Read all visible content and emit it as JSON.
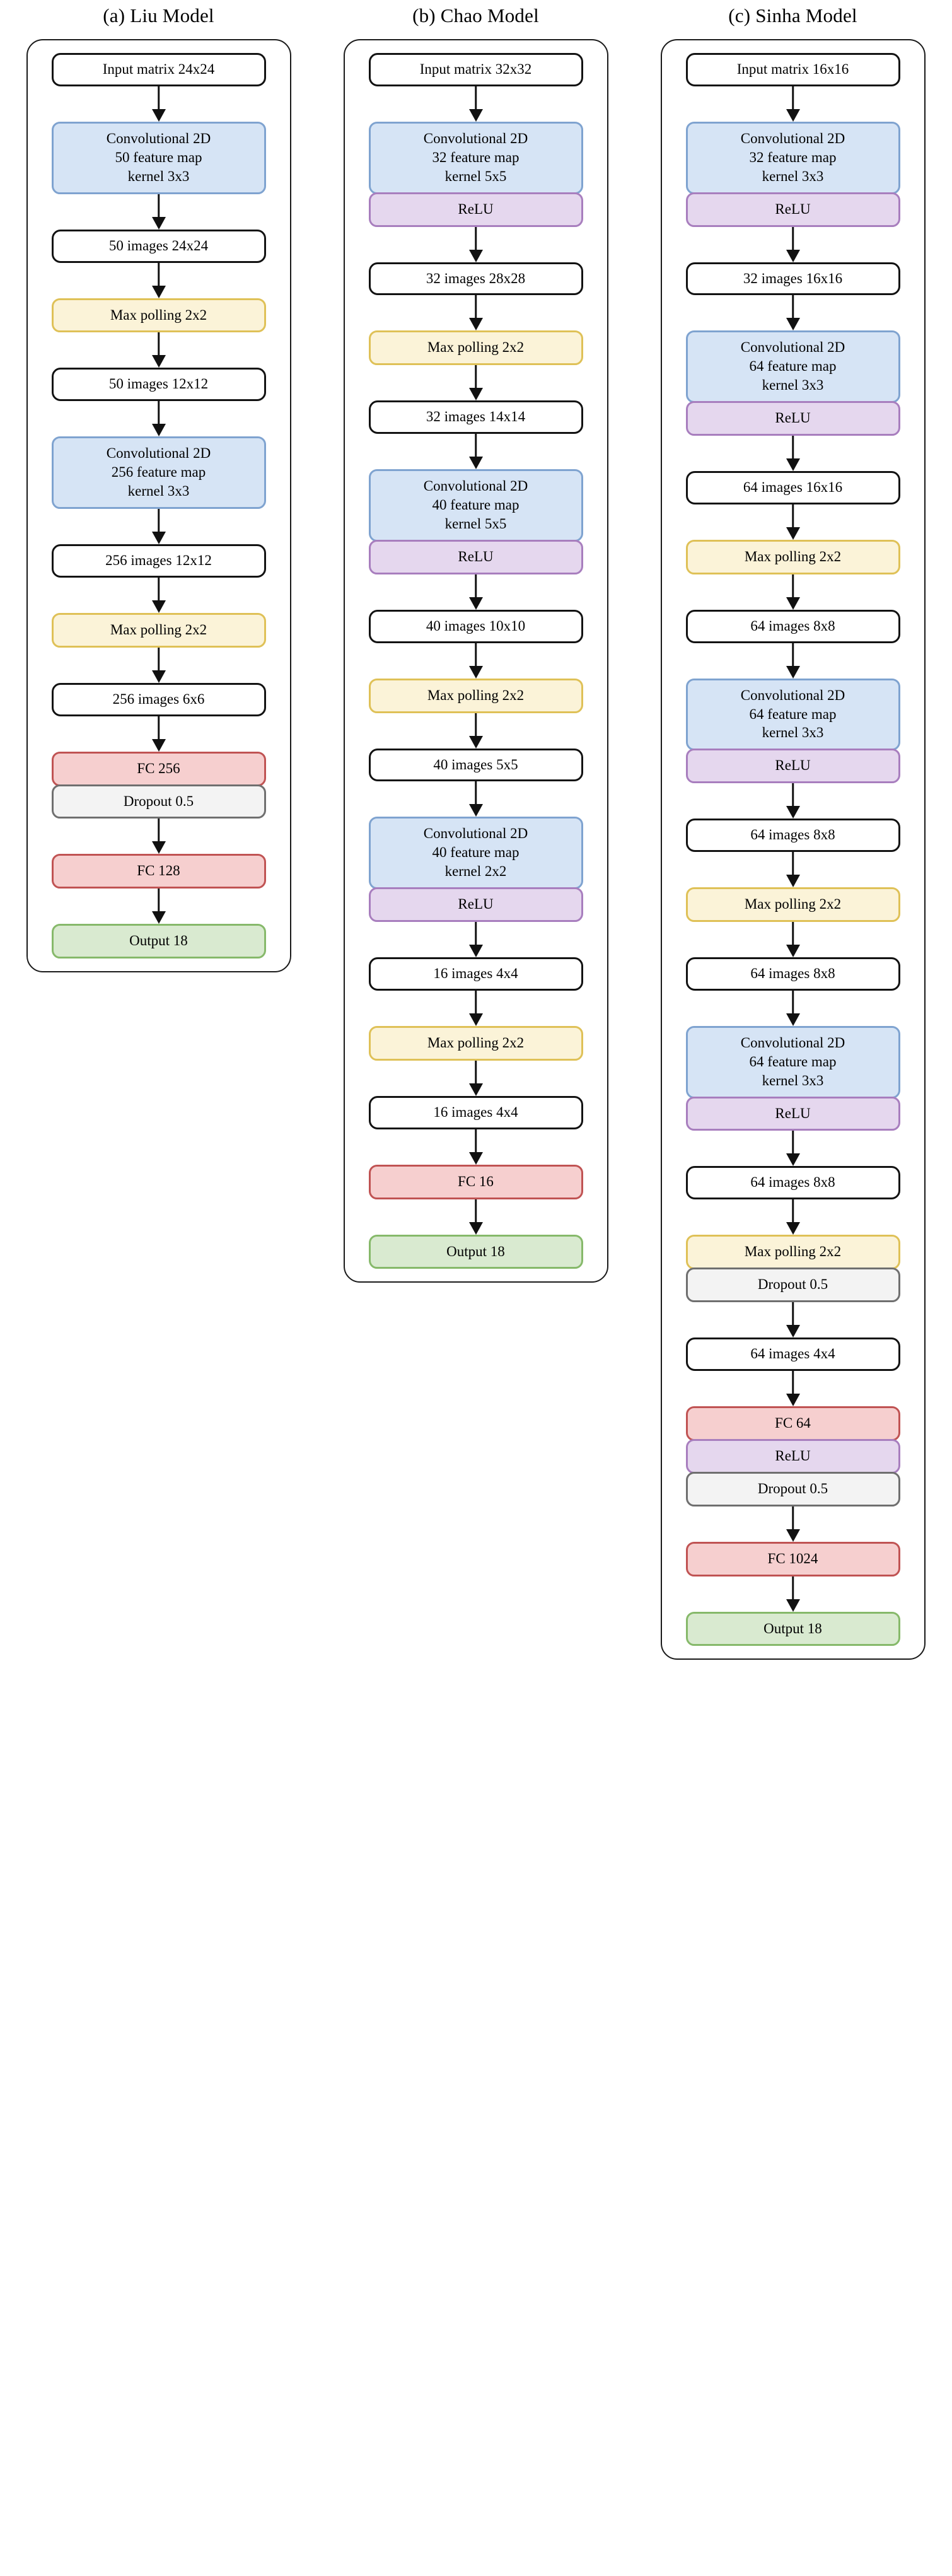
{
  "figure": {
    "columns": [
      {
        "id": "liu",
        "title": "(a) Liu Model",
        "blocks": [
          {
            "kind": "group",
            "nodes": [
              {
                "type": "data",
                "lines": [
                  "Input matrix 24x24"
                ]
              }
            ]
          },
          {
            "kind": "arrow"
          },
          {
            "kind": "group",
            "nodes": [
              {
                "type": "conv",
                "lines": [
                  "Convolutional 2D",
                  "50 feature map",
                  "kernel 3x3"
                ]
              }
            ]
          },
          {
            "kind": "arrow"
          },
          {
            "kind": "group",
            "nodes": [
              {
                "type": "data",
                "lines": [
                  "50 images 24x24"
                ]
              }
            ]
          },
          {
            "kind": "arrow"
          },
          {
            "kind": "group",
            "nodes": [
              {
                "type": "pool",
                "lines": [
                  "Max polling 2x2"
                ]
              }
            ]
          },
          {
            "kind": "arrow"
          },
          {
            "kind": "group",
            "nodes": [
              {
                "type": "data",
                "lines": [
                  "50 images 12x12"
                ]
              }
            ]
          },
          {
            "kind": "arrow"
          },
          {
            "kind": "group",
            "nodes": [
              {
                "type": "conv",
                "lines": [
                  "Convolutional 2D",
                  "256 feature map",
                  "kernel 3x3"
                ]
              }
            ]
          },
          {
            "kind": "arrow"
          },
          {
            "kind": "group",
            "nodes": [
              {
                "type": "data",
                "lines": [
                  "256 images 12x12"
                ]
              }
            ]
          },
          {
            "kind": "arrow"
          },
          {
            "kind": "group",
            "nodes": [
              {
                "type": "pool",
                "lines": [
                  "Max polling 2x2"
                ]
              }
            ]
          },
          {
            "kind": "arrow"
          },
          {
            "kind": "group",
            "nodes": [
              {
                "type": "data",
                "lines": [
                  "256 images 6x6"
                ]
              }
            ]
          },
          {
            "kind": "arrow"
          },
          {
            "kind": "group",
            "nodes": [
              {
                "type": "fc",
                "lines": [
                  "FC 256"
                ]
              },
              {
                "type": "dropout",
                "lines": [
                  "Dropout  0.5"
                ]
              }
            ]
          },
          {
            "kind": "arrow"
          },
          {
            "kind": "group",
            "nodes": [
              {
                "type": "fc",
                "lines": [
                  "FC 128"
                ]
              }
            ]
          },
          {
            "kind": "arrow"
          },
          {
            "kind": "group",
            "nodes": [
              {
                "type": "output",
                "lines": [
                  "Output 18"
                ]
              }
            ]
          }
        ]
      },
      {
        "id": "chao",
        "title": "(b) Chao Model",
        "blocks": [
          {
            "kind": "group",
            "nodes": [
              {
                "type": "data",
                "lines": [
                  "Input matrix 32x32"
                ]
              }
            ]
          },
          {
            "kind": "arrow"
          },
          {
            "kind": "group",
            "nodes": [
              {
                "type": "conv",
                "lines": [
                  "Convolutional 2D",
                  "32 feature map",
                  "kernel 5x5"
                ]
              },
              {
                "type": "relu",
                "lines": [
                  "ReLU"
                ]
              }
            ]
          },
          {
            "kind": "arrow"
          },
          {
            "kind": "group",
            "nodes": [
              {
                "type": "data",
                "lines": [
                  "32 images 28x28"
                ]
              }
            ]
          },
          {
            "kind": "arrow"
          },
          {
            "kind": "group",
            "nodes": [
              {
                "type": "pool",
                "lines": [
                  "Max polling 2x2"
                ]
              }
            ]
          },
          {
            "kind": "arrow"
          },
          {
            "kind": "group",
            "nodes": [
              {
                "type": "data",
                "lines": [
                  "32 images 14x14"
                ]
              }
            ]
          },
          {
            "kind": "arrow"
          },
          {
            "kind": "group",
            "nodes": [
              {
                "type": "conv",
                "lines": [
                  "Convolutional 2D",
                  "40 feature map",
                  "kernel 5x5"
                ]
              },
              {
                "type": "relu",
                "lines": [
                  "ReLU"
                ]
              }
            ]
          },
          {
            "kind": "arrow"
          },
          {
            "kind": "group",
            "nodes": [
              {
                "type": "data",
                "lines": [
                  "40 images 10x10"
                ]
              }
            ]
          },
          {
            "kind": "arrow"
          },
          {
            "kind": "group",
            "nodes": [
              {
                "type": "pool",
                "lines": [
                  "Max polling 2x2"
                ]
              }
            ]
          },
          {
            "kind": "arrow"
          },
          {
            "kind": "group",
            "nodes": [
              {
                "type": "data",
                "lines": [
                  "40 images 5x5"
                ]
              }
            ]
          },
          {
            "kind": "arrow"
          },
          {
            "kind": "group",
            "nodes": [
              {
                "type": "conv",
                "lines": [
                  "Convolutional 2D",
                  "40 feature map",
                  "kernel 2x2"
                ]
              },
              {
                "type": "relu",
                "lines": [
                  "ReLU"
                ]
              }
            ]
          },
          {
            "kind": "arrow"
          },
          {
            "kind": "group",
            "nodes": [
              {
                "type": "data",
                "lines": [
                  "16 images 4x4"
                ]
              }
            ]
          },
          {
            "kind": "arrow"
          },
          {
            "kind": "group",
            "nodes": [
              {
                "type": "pool",
                "lines": [
                  "Max polling 2x2"
                ]
              }
            ]
          },
          {
            "kind": "arrow"
          },
          {
            "kind": "group",
            "nodes": [
              {
                "type": "data",
                "lines": [
                  "16 images 4x4"
                ]
              }
            ]
          },
          {
            "kind": "arrow"
          },
          {
            "kind": "group",
            "nodes": [
              {
                "type": "fc",
                "lines": [
                  "FC 16"
                ]
              }
            ]
          },
          {
            "kind": "arrow"
          },
          {
            "kind": "group",
            "nodes": [
              {
                "type": "output",
                "lines": [
                  "Output 18"
                ]
              }
            ]
          }
        ]
      },
      {
        "id": "sinha",
        "title": "(c) Sinha Model",
        "blocks": [
          {
            "kind": "group",
            "nodes": [
              {
                "type": "data",
                "lines": [
                  "Input matrix 16x16"
                ]
              }
            ]
          },
          {
            "kind": "arrow"
          },
          {
            "kind": "group",
            "nodes": [
              {
                "type": "conv",
                "lines": [
                  "Convolutional 2D",
                  "32 feature map",
                  "kernel 3x3"
                ]
              },
              {
                "type": "relu",
                "lines": [
                  "ReLU"
                ]
              }
            ]
          },
          {
            "kind": "arrow"
          },
          {
            "kind": "group",
            "nodes": [
              {
                "type": "data",
                "lines": [
                  "32 images 16x16"
                ]
              }
            ]
          },
          {
            "kind": "arrow"
          },
          {
            "kind": "group",
            "nodes": [
              {
                "type": "conv",
                "lines": [
                  "Convolutional 2D",
                  "64 feature map",
                  "kernel 3x3"
                ]
              },
              {
                "type": "relu",
                "lines": [
                  "ReLU"
                ]
              }
            ]
          },
          {
            "kind": "arrow"
          },
          {
            "kind": "group",
            "nodes": [
              {
                "type": "data",
                "lines": [
                  "64 images 16x16"
                ]
              }
            ]
          },
          {
            "kind": "arrow"
          },
          {
            "kind": "group",
            "nodes": [
              {
                "type": "pool",
                "lines": [
                  "Max polling 2x2"
                ]
              }
            ]
          },
          {
            "kind": "arrow"
          },
          {
            "kind": "group",
            "nodes": [
              {
                "type": "data",
                "lines": [
                  "64 images 8x8"
                ]
              }
            ]
          },
          {
            "kind": "arrow"
          },
          {
            "kind": "group",
            "nodes": [
              {
                "type": "conv",
                "lines": [
                  "Convolutional 2D",
                  "64 feature map",
                  "kernel 3x3"
                ]
              },
              {
                "type": "relu",
                "lines": [
                  "ReLU"
                ]
              }
            ]
          },
          {
            "kind": "arrow"
          },
          {
            "kind": "group",
            "nodes": [
              {
                "type": "data",
                "lines": [
                  "64 images 8x8"
                ]
              }
            ]
          },
          {
            "kind": "arrow"
          },
          {
            "kind": "group",
            "nodes": [
              {
                "type": "pool",
                "lines": [
                  "Max polling 2x2"
                ]
              }
            ]
          },
          {
            "kind": "arrow"
          },
          {
            "kind": "group",
            "nodes": [
              {
                "type": "data",
                "lines": [
                  "64 images 8x8"
                ]
              }
            ]
          },
          {
            "kind": "arrow"
          },
          {
            "kind": "group",
            "nodes": [
              {
                "type": "conv",
                "lines": [
                  "Convolutional 2D",
                  "64 feature map",
                  "kernel 3x3"
                ]
              },
              {
                "type": "relu",
                "lines": [
                  "ReLU"
                ]
              }
            ]
          },
          {
            "kind": "arrow"
          },
          {
            "kind": "group",
            "nodes": [
              {
                "type": "data",
                "lines": [
                  "64 images 8x8"
                ]
              }
            ]
          },
          {
            "kind": "arrow"
          },
          {
            "kind": "group",
            "nodes": [
              {
                "type": "pool",
                "lines": [
                  "Max polling 2x2"
                ]
              },
              {
                "type": "dropout",
                "lines": [
                  "Dropout  0.5"
                ]
              }
            ]
          },
          {
            "kind": "arrow"
          },
          {
            "kind": "group",
            "nodes": [
              {
                "type": "data",
                "lines": [
                  "64 images 4x4"
                ]
              }
            ]
          },
          {
            "kind": "arrow"
          },
          {
            "kind": "group",
            "nodes": [
              {
                "type": "fc",
                "lines": [
                  "FC 64"
                ]
              },
              {
                "type": "relu",
                "lines": [
                  "ReLU"
                ]
              },
              {
                "type": "dropout",
                "lines": [
                  "Dropout  0.5"
                ]
              }
            ]
          },
          {
            "kind": "arrow"
          },
          {
            "kind": "group",
            "nodes": [
              {
                "type": "fc",
                "lines": [
                  "FC 1024"
                ]
              }
            ]
          },
          {
            "kind": "arrow"
          },
          {
            "kind": "group",
            "nodes": [
              {
                "type": "output",
                "lines": [
                  "Output 18"
                ]
              }
            ]
          }
        ]
      }
    ]
  },
  "colors": {
    "conv_fill": "#d6e4f5",
    "conv_border": "#7fa3d0",
    "relu_fill": "#e5d7ee",
    "relu_border": "#a87ebe",
    "pool_fill": "#fbf3d8",
    "pool_border": "#dfc157",
    "fc_fill": "#f6cfcf",
    "fc_border": "#c05353",
    "dropout_fill": "#f3f3f3",
    "dropout_border": "#6f6f6f",
    "output_fill": "#d9ead0",
    "output_border": "#86b96a",
    "data_border": "#121212",
    "arrow": "#111111",
    "frame_border": "#1a1a1a"
  }
}
